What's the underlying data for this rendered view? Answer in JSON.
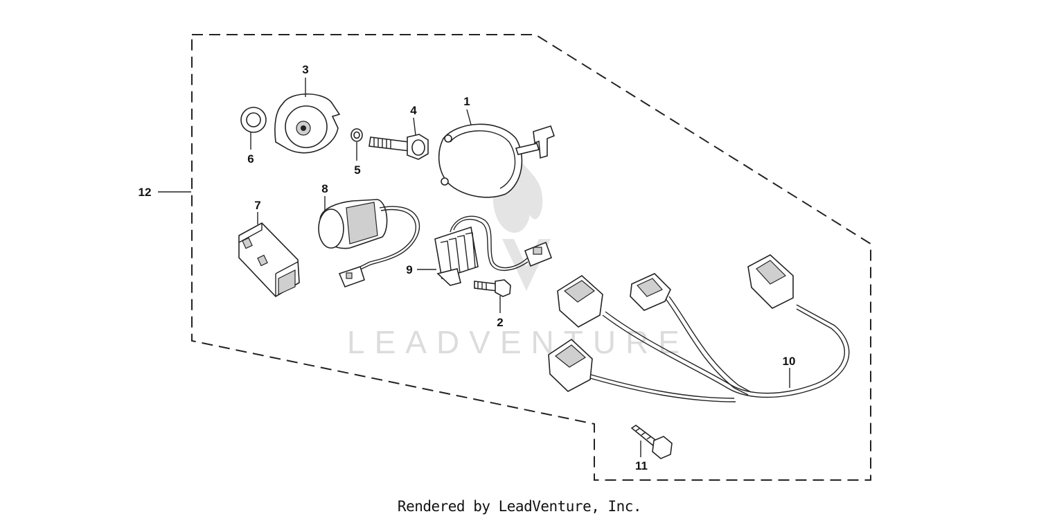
{
  "diagram": {
    "callouts": [
      "1",
      "2",
      "3",
      "4",
      "5",
      "6",
      "7",
      "8",
      "9",
      "10",
      "11",
      "12"
    ],
    "watermark": "LEADVENTURE",
    "footer": "Rendered by LeadVenture, Inc.",
    "line_color": "#222222",
    "watermark_color": "#d9d9d9"
  }
}
